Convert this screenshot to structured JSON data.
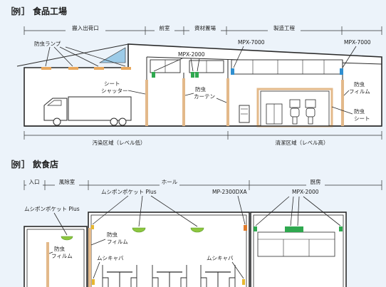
{
  "factory": {
    "title": "食品工場",
    "bracket_open": "［",
    "bracket_example": "例",
    "bracket_close": "］",
    "zones": [
      "搬入出荷口",
      "前室",
      "資材置場",
      "製造工程"
    ],
    "bottom_zones": [
      "汚染区域（レベル低）",
      "清潔区域（レベル高）"
    ],
    "labels": {
      "lamp": "防虫ランプ",
      "mpx2000": "MPX-2000",
      "mpx7000_a": "MPX-7000",
      "mpx7000_b": "MPX-7000",
      "sheet_shutter_1": "シート",
      "sheet_shutter_2": "シャッター",
      "curtain_1": "防虫",
      "curtain_2": "カーテン",
      "film_1": "防虫",
      "film_2": "フィルム",
      "sheet_1": "防虫",
      "sheet_2": "シート"
    }
  },
  "restaurant": {
    "title": "飲食店",
    "bracket_open": "［",
    "bracket_example": "例",
    "bracket_close": "］",
    "zones": [
      "入口",
      "風除室",
      "ホール",
      "厨房"
    ],
    "labels": {
      "pocket_left": "ムシポンポケット Plus",
      "pocket_center": "ムシポンポケット Plus",
      "mp2300": "MP-2300DXA",
      "mpx2000": "MPX-2000",
      "film_hall_1": "防虫",
      "film_hall_2": "フィルム",
      "film_entry_1": "防虫",
      "film_entry_2": "フィルム",
      "catcher_left": "ムシキャバ",
      "catcher_right": "ムシキャバ"
    }
  },
  "colors": {
    "background": "#ecf3fa",
    "green": "#2fa84f",
    "blue": "#2f8fd0",
    "orange": "#e07a2a",
    "yellow": "#e8b830",
    "curtain": "#e3b98a"
  }
}
